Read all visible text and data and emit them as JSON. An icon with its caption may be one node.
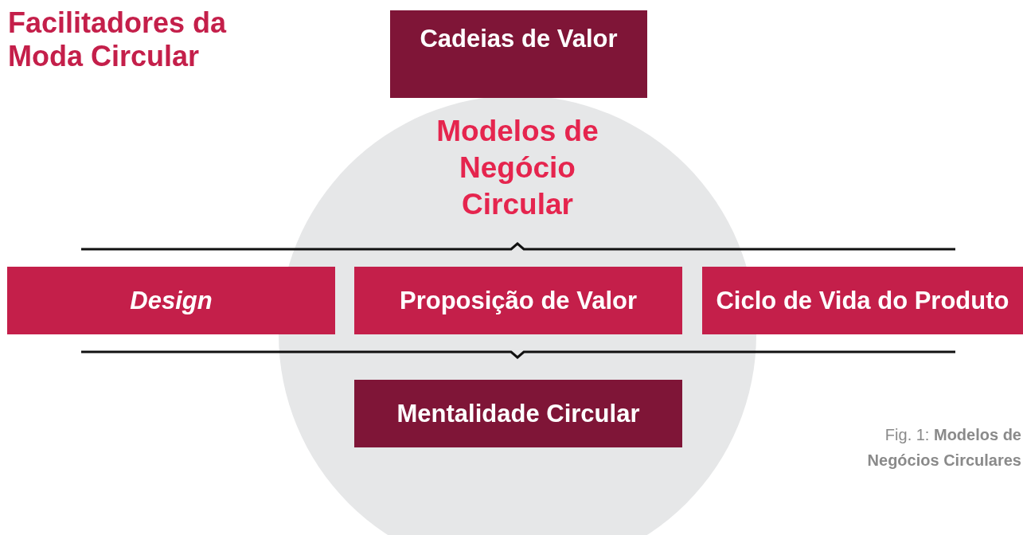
{
  "diagram": {
    "title": "Facilitadores da Moda Circular",
    "caption": "Fig. 1: **Modelos de Negócios Circulares**",
    "nodes": [
      {
        "text": [
          "Cadeias de Valor"
        ]
      },
      {
        "text": [
          "Modelos de Negócio Circular"
        ]
      },
      {
        "text": [
          "Design"
        ]
      },
      {
        "text": [
          "Proposição de Valor"
        ],
        "in": 1
      },
      {
        "text": [
          "Ciclo de Vida do Produto"
        ]
      },
      {
        "text": [
          "Mentalidade Circular"
        ],
        "in": 1
      }
    ],
    "edges": []
  }
}
